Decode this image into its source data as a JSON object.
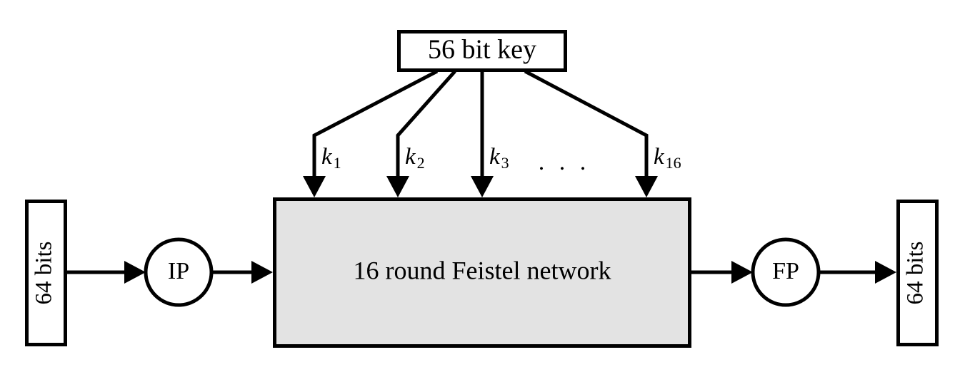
{
  "diagram": {
    "title": "DES block cipher structure",
    "background_color": "#ffffff",
    "stroke_color": "#000000",
    "feistel_fill_color": "#e3e3e3",
    "input_block": {
      "label": "64 bits",
      "orientation": "vertical-up"
    },
    "output_block": {
      "label": "64 bits",
      "orientation": "vertical-up"
    },
    "key_block": {
      "label": "56  bit key"
    },
    "initial_permutation": {
      "label": "IP"
    },
    "final_permutation": {
      "label": "FP"
    },
    "feistel_block": {
      "label": "16 round Feistel network"
    },
    "subkeys": [
      {
        "base": "k",
        "sub": "1"
      },
      {
        "base": "k",
        "sub": "2"
      },
      {
        "base": "k",
        "sub": "3"
      },
      {
        "base": "k",
        "sub": "16"
      }
    ],
    "ellipsis": ". . ."
  }
}
